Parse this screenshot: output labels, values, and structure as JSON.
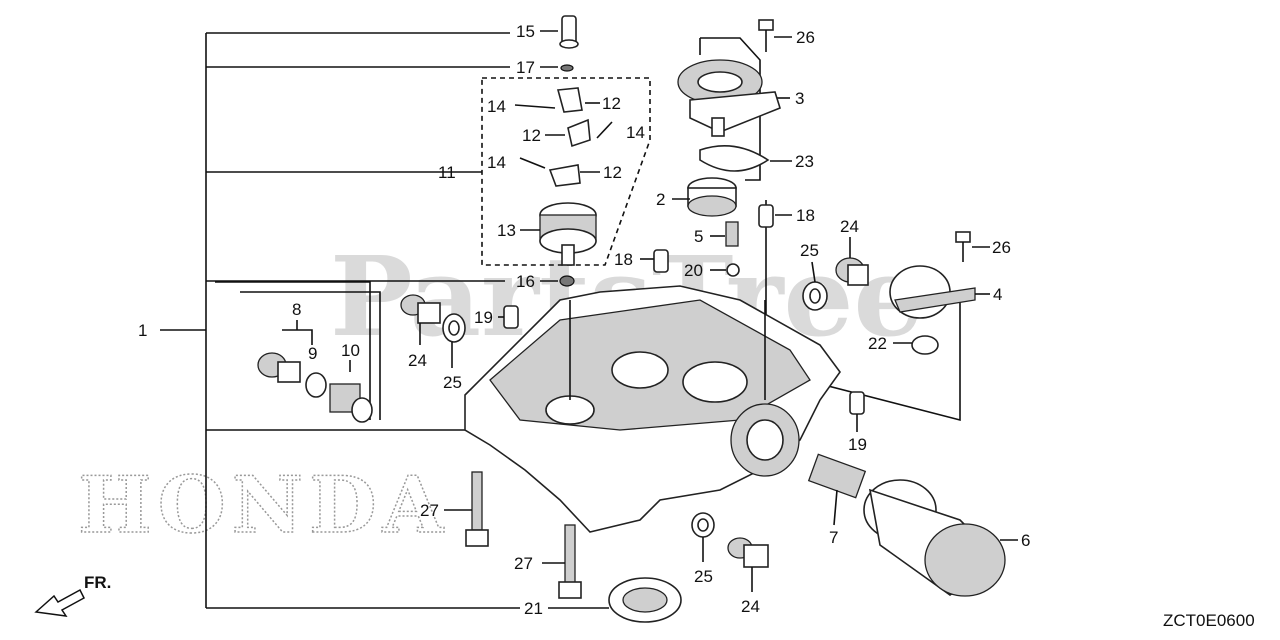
{
  "watermark": "PartsTree",
  "brand_watermark": "HONDA",
  "diagram_code": "ZCT0E0600",
  "front_marker": "FR.",
  "callouts": [
    "15",
    "17",
    "14",
    "12",
    "12",
    "14",
    "14",
    "12",
    "11",
    "13",
    "16",
    "18",
    "26",
    "3",
    "23",
    "2",
    "18",
    "5",
    "20",
    "24",
    "25",
    "26",
    "4",
    "22",
    "8",
    "9",
    "10",
    "1",
    "24",
    "25",
    "19",
    "19",
    "27",
    "7",
    "6",
    "27",
    "25",
    "24",
    "21"
  ]
}
